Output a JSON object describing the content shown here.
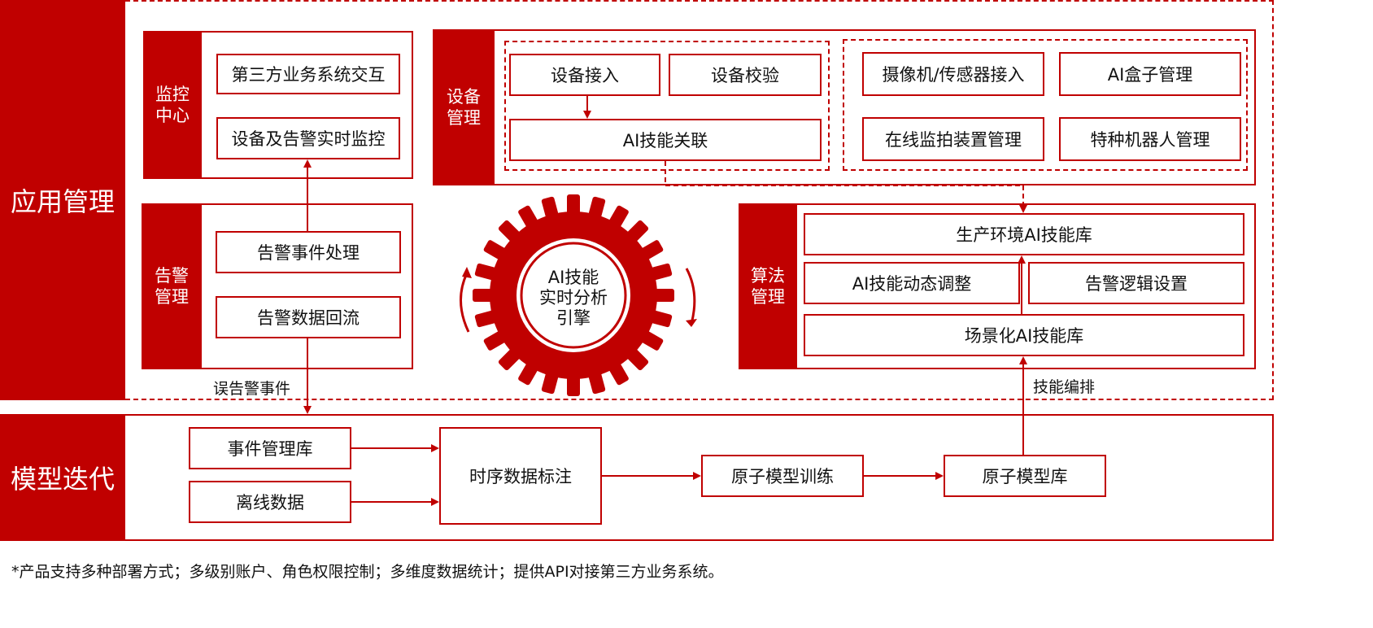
{
  "sections": {
    "app_management": "应用管理",
    "model_iteration": "模型迭代"
  },
  "monitor_center": {
    "label": "监控\n中心",
    "items": [
      "第三方业务系统交互",
      "设备及告警实时监控"
    ]
  },
  "alarm_management": {
    "label": "告警\n管理",
    "items": [
      "告警事件处理",
      "告警数据回流"
    ]
  },
  "device_management": {
    "label": "设备\n管理",
    "left_group": [
      "设备接入",
      "设备校验",
      "AI技能关联"
    ],
    "right_group": [
      "摄像机/传感器接入",
      "AI盒子管理",
      "在线监拍装置管理",
      "特种机器人管理"
    ]
  },
  "engine": {
    "label": "AI技能\n实时分析\n引擎"
  },
  "algorithm_management": {
    "label": "算法\n管理",
    "production_lib": "生产环境AI技能库",
    "dynamic_adjust": "AI技能动态调整",
    "alarm_logic": "告警逻辑设置",
    "scene_lib": "场景化AI技能库"
  },
  "edge_labels": {
    "false_alarm": "误告警事件",
    "skill_orchestration": "技能编排"
  },
  "model_iteration_items": {
    "event_lib": "事件管理库",
    "offline_data": "离线数据",
    "timeseries_label": "时序数据标注",
    "atomic_training": "原子模型训练",
    "atomic_lib": "原子模型库"
  },
  "footnote": "*产品支持多种部署方式；多级别账户、角色权限控制；多维度数据统计；提供API对接第三方业务系统。",
  "colors": {
    "accent": "#c00000"
  }
}
